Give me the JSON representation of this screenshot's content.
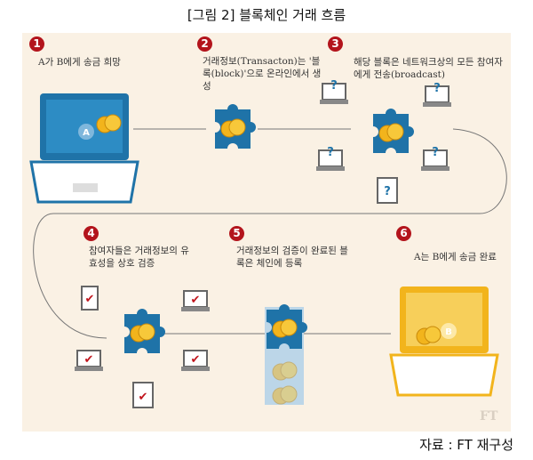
{
  "title": "[그림 2] 블록체인 거래 흐름",
  "steps": [
    {
      "num": "1",
      "text": "A가 B에게 송금 희망"
    },
    {
      "num": "2",
      "text": "거래정보(Transacton)는 '블록(block)'으로 온라인에서 생성"
    },
    {
      "num": "3",
      "text": "해당 블록은 네트워크상의 모든 참여자에게 전송(broadcast)"
    },
    {
      "num": "4",
      "text": "참여자들은 거래정보의 유효성을 상호 검증"
    },
    {
      "num": "5",
      "text": "거래정보의 검증이 완료된 블록은 체인에 등록"
    },
    {
      "num": "6",
      "text": "A는 B에게 송금 완료"
    }
  ],
  "labels": {
    "a": "A",
    "b": "B",
    "q": "?",
    "check": "✔",
    "ft": "FT"
  },
  "caption": "자료 : FT 재구성",
  "colors": {
    "accent": "#b3141c",
    "blue": "#1f73a8",
    "gold": "#f2b41c",
    "bg": "#faf1e4"
  }
}
